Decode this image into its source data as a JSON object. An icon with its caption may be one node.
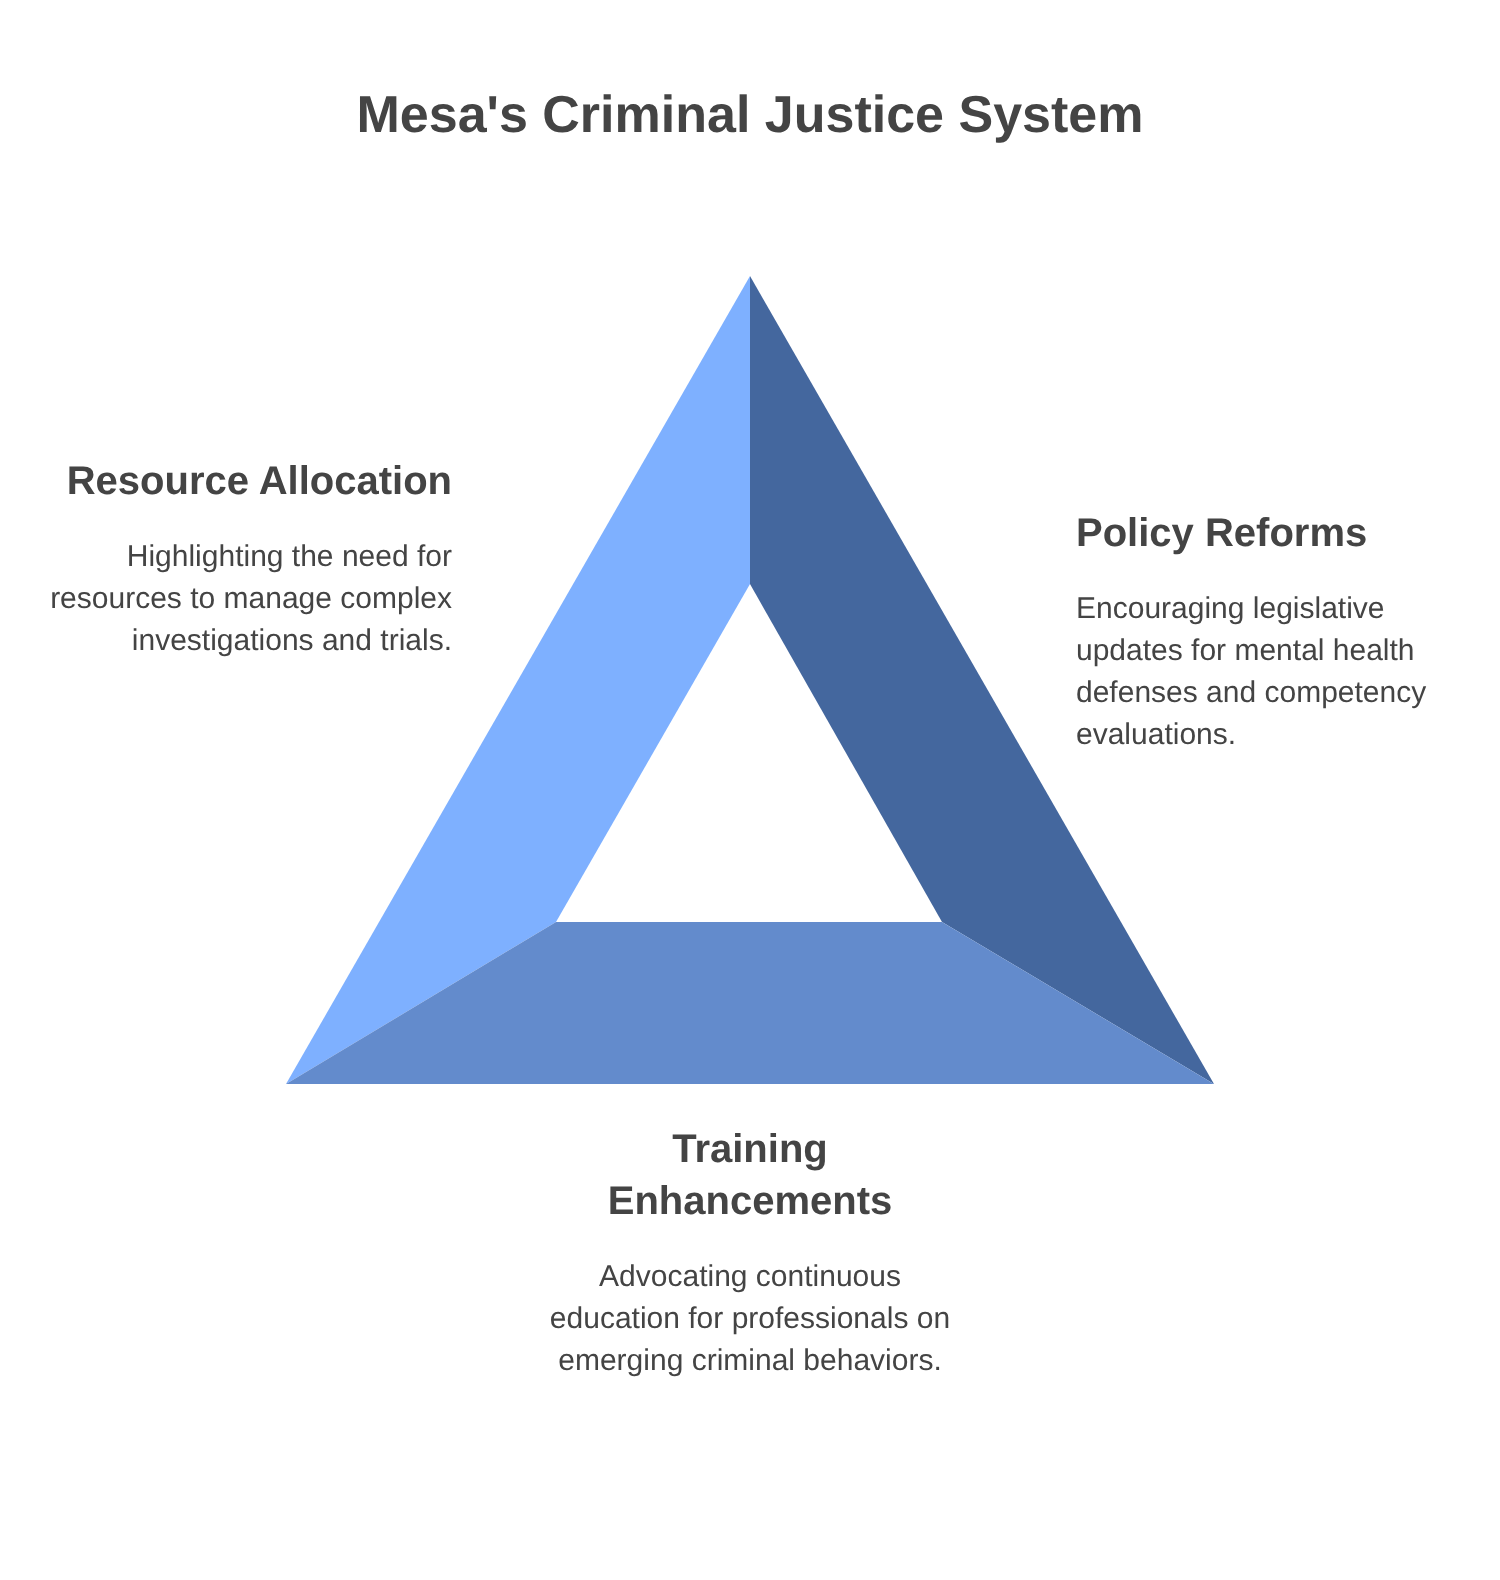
{
  "diagram": {
    "title": "Mesa's Criminal Justice System",
    "nodes": [
      {
        "text": [
          "Resource Allocation",
          "Highlighting the need for resources to manage complex investigations and trials."
        ]
      },
      {
        "text": [
          "Policy Reforms",
          "Encouraging legislative updates for mental health defenses and competency evaluations."
        ]
      },
      {
        "text": [
          "Training Enhancements",
          "Advocating continuous education for professionals on emerging criminal behaviors."
        ]
      }
    ]
  }
}
